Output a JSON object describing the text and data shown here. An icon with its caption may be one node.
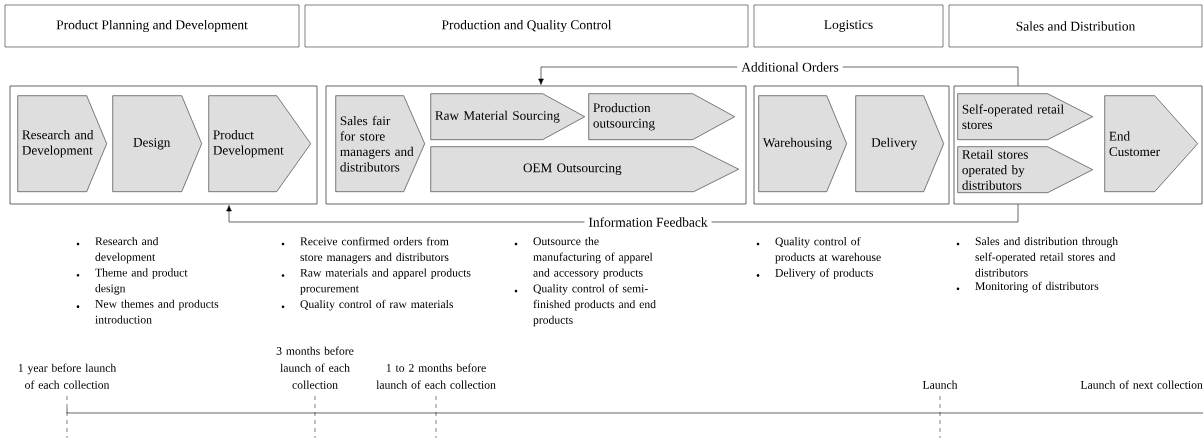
{
  "diagram": {
    "nodes": [
      {
        "text": [
          "Product Planning and Development"
        ]
      },
      {
        "text": [
          "Production and Quality Control"
        ]
      },
      {
        "text": [
          "Logistics"
        ]
      },
      {
        "text": [
          "Sales and Distribution"
        ]
      },
      {
        "text": [],
        "shape": "box"
      },
      {
        "text": [],
        "shape": "box"
      },
      {
        "text": [],
        "shape": "box"
      },
      {
        "text": [],
        "shape": "box"
      },
      {
        "text": [
          "Research and Development"
        ],
        "in": 4
      },
      {
        "text": [
          "Design"
        ],
        "in": 4
      },
      {
        "text": [
          "Product Development"
        ],
        "in": 4
      },
      {
        "text": [
          "Sales fair for store managers and distributors"
        ],
        "in": 5
      },
      {
        "text": [
          "Raw Material Sourcing"
        ],
        "in": 5
      },
      {
        "text": [
          "Production outsourcing"
        ],
        "in": 5
      },
      {
        "text": [
          "OEM Outsourcing"
        ],
        "in": 5
      },
      {
        "text": [
          "Warehousing"
        ],
        "in": 6
      },
      {
        "text": [
          "Delivery"
        ],
        "in": 6
      },
      {
        "text": [
          "Self-operated retail stores"
        ],
        "in": 7
      },
      {
        "text": [
          "Retail stores operated by distributors"
        ],
        "in": 7
      },
      {
        "text": [
          "End Customer"
        ],
        "in": 7
      }
    ],
    "edges": [
      {
        "from": 7,
        "to": 5,
        "arrow": "to",
        "label": "Additional Orders"
      },
      {
        "from": 7,
        "to": 4,
        "arrow": "to",
        "label": "Information Feedback"
      }
    ],
    "labels": [
      "Research and development",
      "Theme and product design",
      "New themes and products introduction",
      "Receive confirmed orders from store managers and distributors",
      "Raw materials and apparel products procurement",
      "Quality control of raw materials",
      "Outsource the manufacturing of apparel and accessory products",
      "Quality control of semi-finished products and end products",
      "Quality control of products at warehouse",
      "Delivery of products",
      "Sales and distribution through self-operated retail stores and distributors",
      "Monitoring of distributors",
      "1 year before launch of each collection",
      "3 months before launch of each collection",
      "1 to 2 months before launch of each collection",
      "Launch",
      "Launch of next collection"
    ]
  }
}
